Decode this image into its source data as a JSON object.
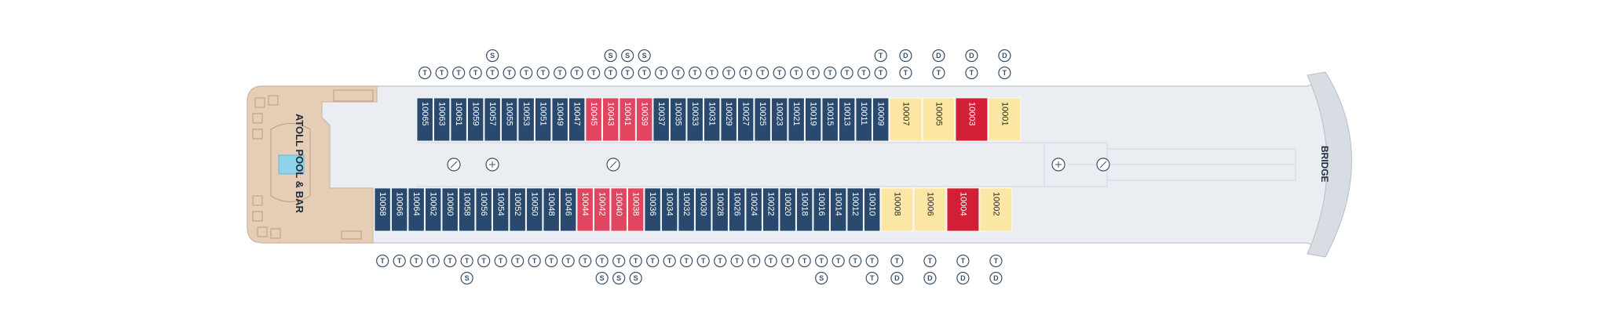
{
  "venue_label": "ATOLL POOL & BAR",
  "bridge_label": "BRIDGE",
  "colors": {
    "navy": "#29496e",
    "pink": "#e0465f",
    "red": "#d21f35",
    "yellow": "#fbe6a4",
    "hull": "#eaeef3",
    "pool_deck": "#e6ceb6",
    "pool_water": "#8fd3e8",
    "symbol": "#3a4f68"
  },
  "legend_symbols": {
    "twin_bed": "T",
    "sofa_bed": "S",
    "disabled_access": "D"
  },
  "port_cabins": [
    {
      "number": "10065",
      "category": "navy",
      "symbols": [
        "T"
      ]
    },
    {
      "number": "10063",
      "category": "navy",
      "symbols": [
        "T"
      ]
    },
    {
      "number": "10061",
      "category": "navy",
      "symbols": [
        "T"
      ]
    },
    {
      "number": "10059",
      "category": "navy",
      "symbols": [
        "T"
      ]
    },
    {
      "number": "10057",
      "category": "navy",
      "symbols": [
        "T",
        "S"
      ]
    },
    {
      "number": "10055",
      "category": "navy",
      "symbols": [
        "T"
      ]
    },
    {
      "number": "10053",
      "category": "navy",
      "symbols": [
        "T"
      ]
    },
    {
      "number": "10051",
      "category": "navy",
      "symbols": [
        "T"
      ]
    },
    {
      "number": "10049",
      "category": "navy",
      "symbols": [
        "T"
      ]
    },
    {
      "number": "10047",
      "category": "navy",
      "symbols": [
        "T"
      ]
    },
    {
      "number": "10045",
      "category": "pink",
      "symbols": [
        "T"
      ]
    },
    {
      "number": "10043",
      "category": "pink",
      "symbols": [
        "T",
        "S"
      ]
    },
    {
      "number": "10041",
      "category": "pink",
      "symbols": [
        "T",
        "S"
      ]
    },
    {
      "number": "10039",
      "category": "pink",
      "symbols": [
        "T",
        "S"
      ]
    },
    {
      "number": "10037",
      "category": "navy",
      "symbols": [
        "T"
      ]
    },
    {
      "number": "10035",
      "category": "navy",
      "symbols": [
        "T"
      ]
    },
    {
      "number": "10033",
      "category": "navy",
      "symbols": [
        "T"
      ]
    },
    {
      "number": "10031",
      "category": "navy",
      "symbols": [
        "T"
      ]
    },
    {
      "number": "10029",
      "category": "navy",
      "symbols": [
        "T"
      ]
    },
    {
      "number": "10027",
      "category": "navy",
      "symbols": [
        "T"
      ]
    },
    {
      "number": "10025",
      "category": "navy",
      "symbols": [
        "T"
      ]
    },
    {
      "number": "10023",
      "category": "navy",
      "symbols": [
        "T"
      ]
    },
    {
      "number": "10021",
      "category": "navy",
      "symbols": [
        "T"
      ]
    },
    {
      "number": "10019",
      "category": "navy",
      "symbols": [
        "T"
      ]
    },
    {
      "number": "10015",
      "category": "navy",
      "symbols": [
        "T"
      ]
    },
    {
      "number": "10013",
      "category": "navy",
      "symbols": [
        "T"
      ]
    },
    {
      "number": "10011",
      "category": "navy",
      "symbols": [
        "T"
      ]
    },
    {
      "number": "10009",
      "category": "navy",
      "symbols": [
        "T",
        "T"
      ]
    },
    {
      "number": "10007",
      "category": "yellow",
      "symbols": [
        "T",
        "D"
      ]
    },
    {
      "number": "10005",
      "category": "yellow",
      "symbols": [
        "T",
        "D"
      ]
    },
    {
      "number": "10003",
      "category": "red",
      "symbols": [
        "T",
        "D"
      ]
    },
    {
      "number": "10001",
      "category": "yellow",
      "symbols": [
        "T",
        "D"
      ]
    }
  ],
  "starboard_cabins": [
    {
      "number": "10068",
      "category": "navy",
      "symbols": [
        "T"
      ]
    },
    {
      "number": "10066",
      "category": "navy",
      "symbols": [
        "T"
      ]
    },
    {
      "number": "10064",
      "category": "navy",
      "symbols": [
        "T"
      ]
    },
    {
      "number": "10062",
      "category": "navy",
      "symbols": [
        "T"
      ]
    },
    {
      "number": "10060",
      "category": "navy",
      "symbols": [
        "T"
      ]
    },
    {
      "number": "10058",
      "category": "navy",
      "symbols": [
        "T",
        "S"
      ]
    },
    {
      "number": "10056",
      "category": "navy",
      "symbols": [
        "T"
      ]
    },
    {
      "number": "10054",
      "category": "navy",
      "symbols": [
        "T"
      ]
    },
    {
      "number": "10052",
      "category": "navy",
      "symbols": [
        "T"
      ]
    },
    {
      "number": "10050",
      "category": "navy",
      "symbols": [
        "T"
      ]
    },
    {
      "number": "10048",
      "category": "navy",
      "symbols": [
        "T"
      ]
    },
    {
      "number": "10046",
      "category": "navy",
      "symbols": [
        "T"
      ]
    },
    {
      "number": "10044",
      "category": "pink",
      "symbols": [
        "T"
      ]
    },
    {
      "number": "10042",
      "category": "pink",
      "symbols": [
        "T",
        "S"
      ]
    },
    {
      "number": "10040",
      "category": "pink",
      "symbols": [
        "T",
        "S"
      ]
    },
    {
      "number": "10038",
      "category": "pink",
      "symbols": [
        "T",
        "S"
      ]
    },
    {
      "number": "10036",
      "category": "navy",
      "symbols": [
        "T"
      ]
    },
    {
      "number": "10034",
      "category": "navy",
      "symbols": [
        "T"
      ]
    },
    {
      "number": "10032",
      "category": "navy",
      "symbols": [
        "T"
      ]
    },
    {
      "number": "10030",
      "category": "navy",
      "symbols": [
        "T"
      ]
    },
    {
      "number": "10028",
      "category": "navy",
      "symbols": [
        "T"
      ]
    },
    {
      "number": "10026",
      "category": "navy",
      "symbols": [
        "T"
      ]
    },
    {
      "number": "10024",
      "category": "navy",
      "symbols": [
        "T"
      ]
    },
    {
      "number": "10022",
      "category": "navy",
      "symbols": [
        "T"
      ]
    },
    {
      "number": "10020",
      "category": "navy",
      "symbols": [
        "T"
      ]
    },
    {
      "number": "10018",
      "category": "navy",
      "symbols": [
        "T"
      ]
    },
    {
      "number": "10016",
      "category": "navy",
      "symbols": [
        "T",
        "S"
      ]
    },
    {
      "number": "10014",
      "category": "navy",
      "symbols": [
        "T"
      ]
    },
    {
      "number": "10012",
      "category": "navy",
      "symbols": [
        "T"
      ]
    },
    {
      "number": "10010",
      "category": "navy",
      "symbols": [
        "T",
        "T"
      ]
    },
    {
      "number": "10008",
      "category": "yellow",
      "symbols": [
        "T",
        "D"
      ]
    },
    {
      "number": "10006",
      "category": "yellow",
      "symbols": [
        "T",
        "D"
      ]
    },
    {
      "number": "10004",
      "category": "red",
      "symbols": [
        "T",
        "D"
      ]
    },
    {
      "number": "10002",
      "category": "yellow",
      "symbols": [
        "T",
        "D"
      ]
    }
  ]
}
